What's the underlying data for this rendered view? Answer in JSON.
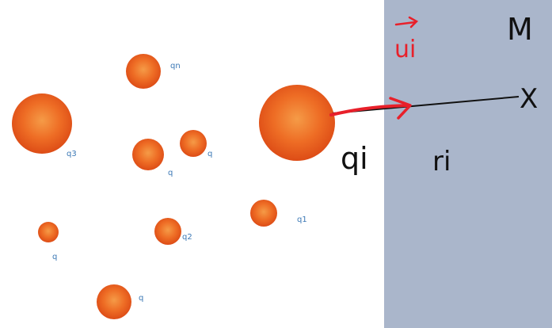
{
  "colors": {
    "charge_fill_center": "#f2802e",
    "charge_fill_edge": "#e0501a",
    "label_blue": "#3b78b5",
    "region_fill": "#aab6cb",
    "vector_red": "#e8202a",
    "ink": "#111111"
  },
  "charges": [
    {
      "label": "qn"
    },
    {
      "label": "q3"
    },
    {
      "label": "q"
    },
    {
      "label": "q"
    },
    {
      "label": "q1"
    },
    {
      "label": "q"
    },
    {
      "label": "q2"
    },
    {
      "label": "q"
    }
  ],
  "featured_charge": {
    "label": "qi"
  },
  "region": {
    "label": "M"
  },
  "vector": {
    "label": "ui"
  },
  "line": {
    "label": "ri",
    "endpoint_label": "X"
  }
}
